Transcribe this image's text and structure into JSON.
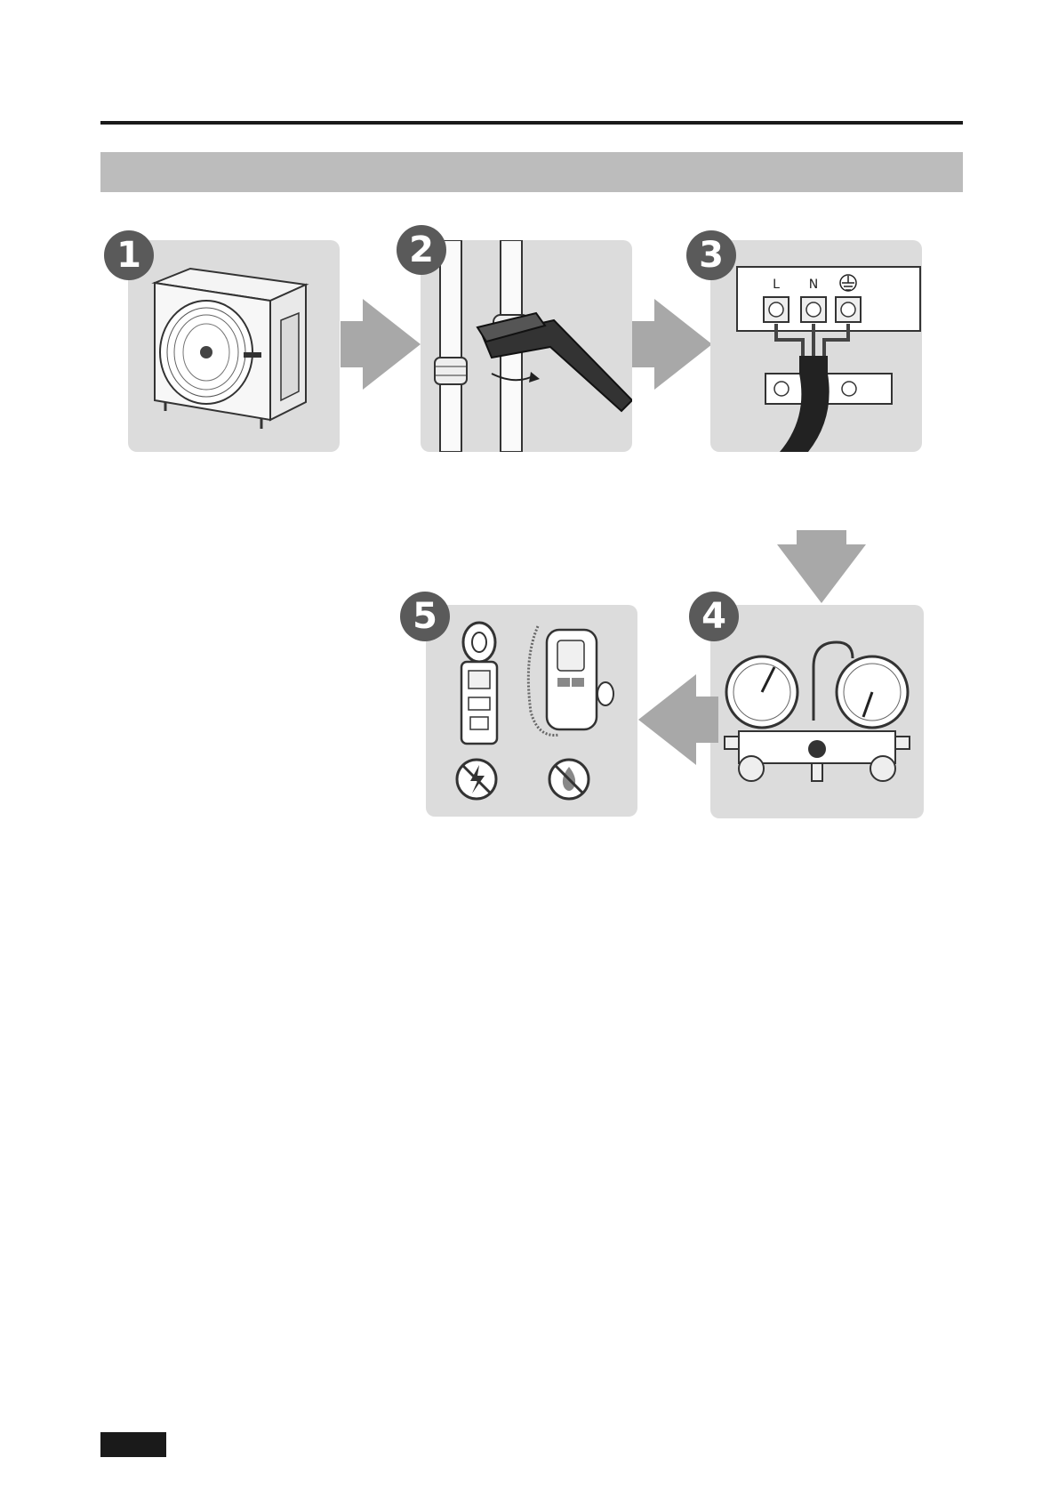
{
  "steps": [
    {
      "number": "1",
      "icon": "outdoor-unit-icon"
    },
    {
      "number": "2",
      "icon": "wrench-pipe-icon"
    },
    {
      "number": "3",
      "icon": "terminal-block-icon"
    },
    {
      "number": "4",
      "icon": "manifold-gauge-icon"
    },
    {
      "number": "5",
      "icon": "leak-detector-icon"
    }
  ],
  "terminals": {
    "live": "L",
    "neutral": "N"
  },
  "colors": {
    "panel": "#dcdcdc",
    "badge": "#5a5a5a",
    "arrow": "#a8a8a8",
    "title_bar": "#bcbcbc",
    "rule": "#1a1a1a"
  }
}
